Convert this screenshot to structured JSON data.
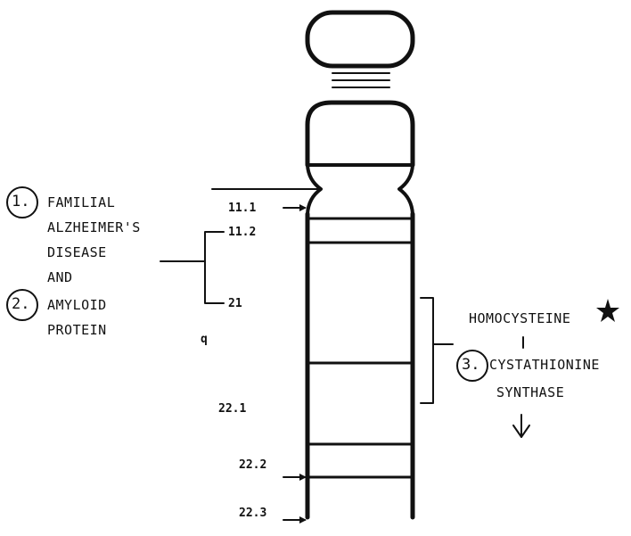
{
  "left_annotations": {
    "marker_1": "1.",
    "marker_2": "2.",
    "lines": [
      "FAMILIAL",
      "ALZHEIMER'S",
      "DISEASE",
      "AND",
      "AMYLOID",
      "PROTEIN"
    ]
  },
  "band_labels": {
    "b11_1": "11.1",
    "b11_2": "11.2",
    "b21": "21",
    "arm": "q",
    "b22_1": "22.1",
    "b22_2": "22.2",
    "b22_3": "22.3"
  },
  "right_annotations": {
    "homocysteine": "HOMOCYSTEINE",
    "marker_3": "3.",
    "enzyme_line1": "CYSTATHIONINE",
    "enzyme_line2": "SYNTHASE"
  },
  "colors": {
    "ink": "#111111",
    "background": "#ffffff"
  }
}
